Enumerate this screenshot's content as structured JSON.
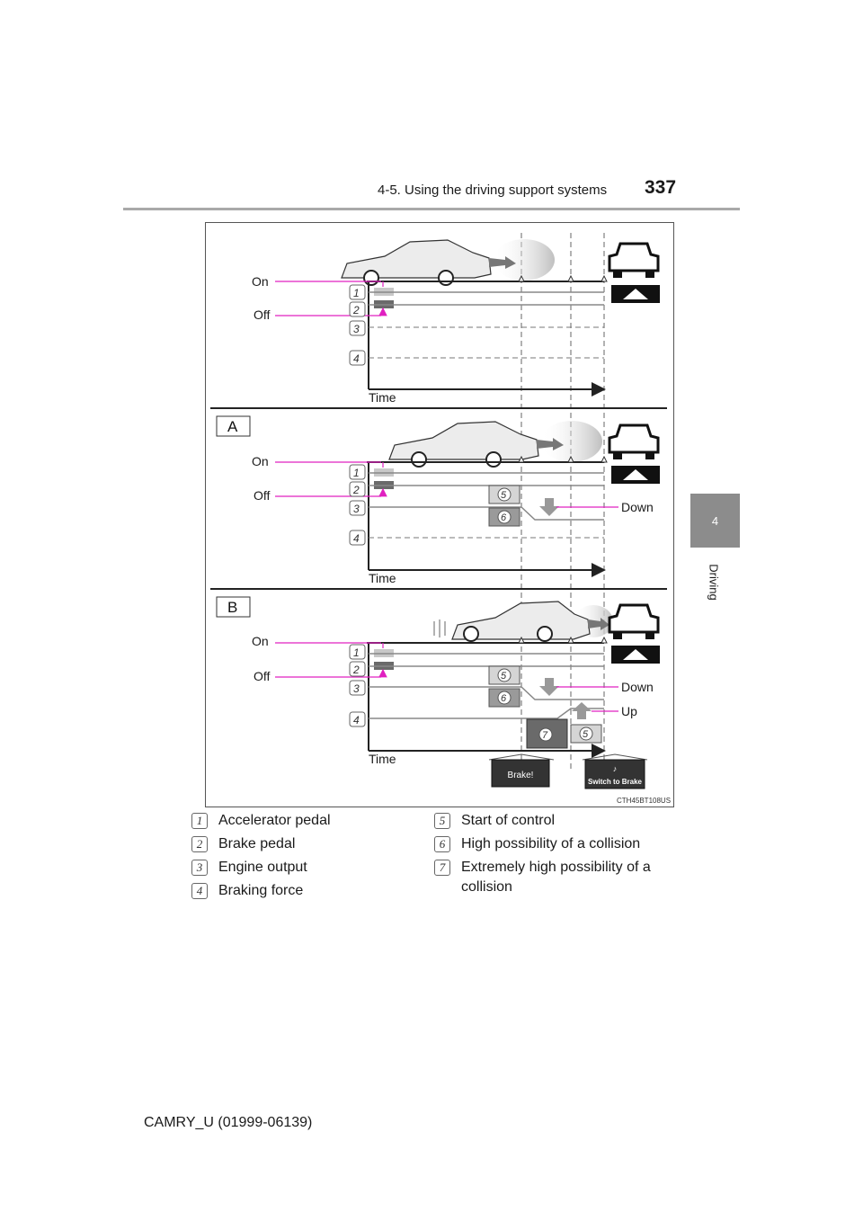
{
  "header": {
    "section_title": "4-5. Using the driving support systems",
    "page_number": "337"
  },
  "side_tab": {
    "chapter_number": "4",
    "chapter_label": "Driving"
  },
  "figure": {
    "code": "CTH45BT108US",
    "panels": [
      {
        "tag": "",
        "on_label": "On",
        "off_label": "Off",
        "time_label": "Time",
        "row_numbers": [
          "1",
          "2",
          "3",
          "4"
        ]
      },
      {
        "tag": "A",
        "on_label": "On",
        "off_label": "Off",
        "time_label": "Time",
        "row_numbers": [
          "1",
          "2",
          "3",
          "4"
        ],
        "marker_numbers": [
          "5",
          "6"
        ],
        "down_label": "Down"
      },
      {
        "tag": "B",
        "on_label": "On",
        "off_label": "Off",
        "time_label": "Time",
        "row_numbers": [
          "1",
          "2",
          "3",
          "4"
        ],
        "marker_numbers": [
          "5",
          "6",
          "7",
          "5"
        ],
        "down_label": "Down",
        "up_label": "Up",
        "display_brake": "Brake!",
        "display_switch": "Switch to Brake"
      }
    ]
  },
  "legend": [
    {
      "num": "1",
      "text": "Accelerator pedal"
    },
    {
      "num": "2",
      "text": "Brake pedal"
    },
    {
      "num": "3",
      "text": "Engine output"
    },
    {
      "num": "4",
      "text": "Braking force"
    },
    {
      "num": "5",
      "text": "Start of control"
    },
    {
      "num": "6",
      "text": "High possibility of a collision"
    },
    {
      "num": "7",
      "text": "Extremely high possibility of a collision"
    }
  ],
  "footer": {
    "model_code": "CAMRY_U (01999-06139)"
  },
  "colors": {
    "magenta": "#e020c0",
    "gray_rule": "#a9a9a9",
    "tab_gray": "#8c8c8c"
  }
}
